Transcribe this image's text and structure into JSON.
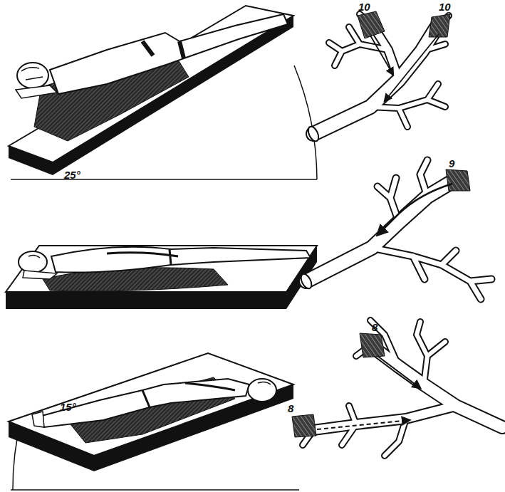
{
  "diagram": {
    "labels": [
      "10",
      "10",
      "25°",
      "9",
      "8",
      "8",
      "15°"
    ]
  }
}
